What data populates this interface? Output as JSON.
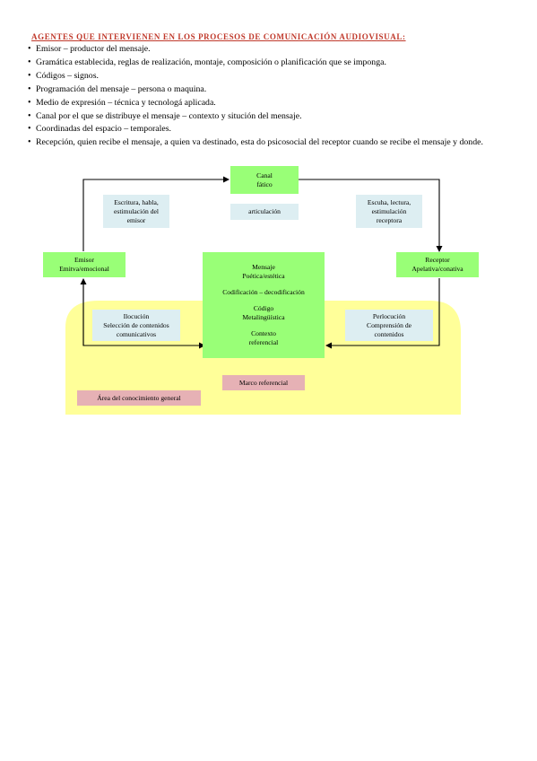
{
  "document": {
    "heading": "AGENTES QUE INTERVIENEN EN LOS PROCESOS DE COMUNICACIÓN AUDIOVISUAL:",
    "bullets": [
      "Emisor – productor del mensaje.",
      "Gramática establecida, reglas de realización, montaje, composición o planificación que se imponga.",
      "Códigos – signos.",
      "Programación del mensaje – persona o maquina.",
      "Medio de expresión – técnica y tecnologá aplicada.",
      "Canal por el que se distribuye el mensaje – contexto y situción del mensaje.",
      "Coordinadas del espacio – temporales.",
      "Recepción, quien recibe el mensaje, a quien va destinado, esta do psicosocial del receptor cuando se recibe el mensaje y donde."
    ]
  },
  "diagram": {
    "canal": {
      "line1": "Canal",
      "line2": "fático"
    },
    "articulacion": "articulación",
    "escritura": {
      "line1": "Escritura, habla,",
      "line2": "estimulación del",
      "line3": "emisor"
    },
    "escucha": {
      "line1": "Escuha, lectura,",
      "line2": "estimulación",
      "line3": "receptora"
    },
    "emisor": {
      "line1": "Emisor",
      "line2": "Emitva/emocional"
    },
    "receptor": {
      "line1": "Receptor",
      "line2": "Apelativa/conativa"
    },
    "mensaje": {
      "line1": "Mensaje",
      "line2": "Poética/estética",
      "line3": "Codificación – decodificación",
      "line4": "Código",
      "line5": "Metalingüística",
      "line6": "Contexto",
      "line7": "referencial"
    },
    "ilocucion": {
      "line1": "Ilocución",
      "line2": "Selección de contenidos",
      "line3": "comunicativos"
    },
    "perlocucion": {
      "line1": "Perlocución",
      "line2": "Comprensión de",
      "line3": "contenidos"
    },
    "marco": "Marco referencial",
    "area": "Área del conocimiento general",
    "colors": {
      "green": "#99ff77",
      "blue": "#ddeef2",
      "pink": "#e6b1b5",
      "yellow": "#ffff99",
      "heading": "#c0392b"
    }
  }
}
